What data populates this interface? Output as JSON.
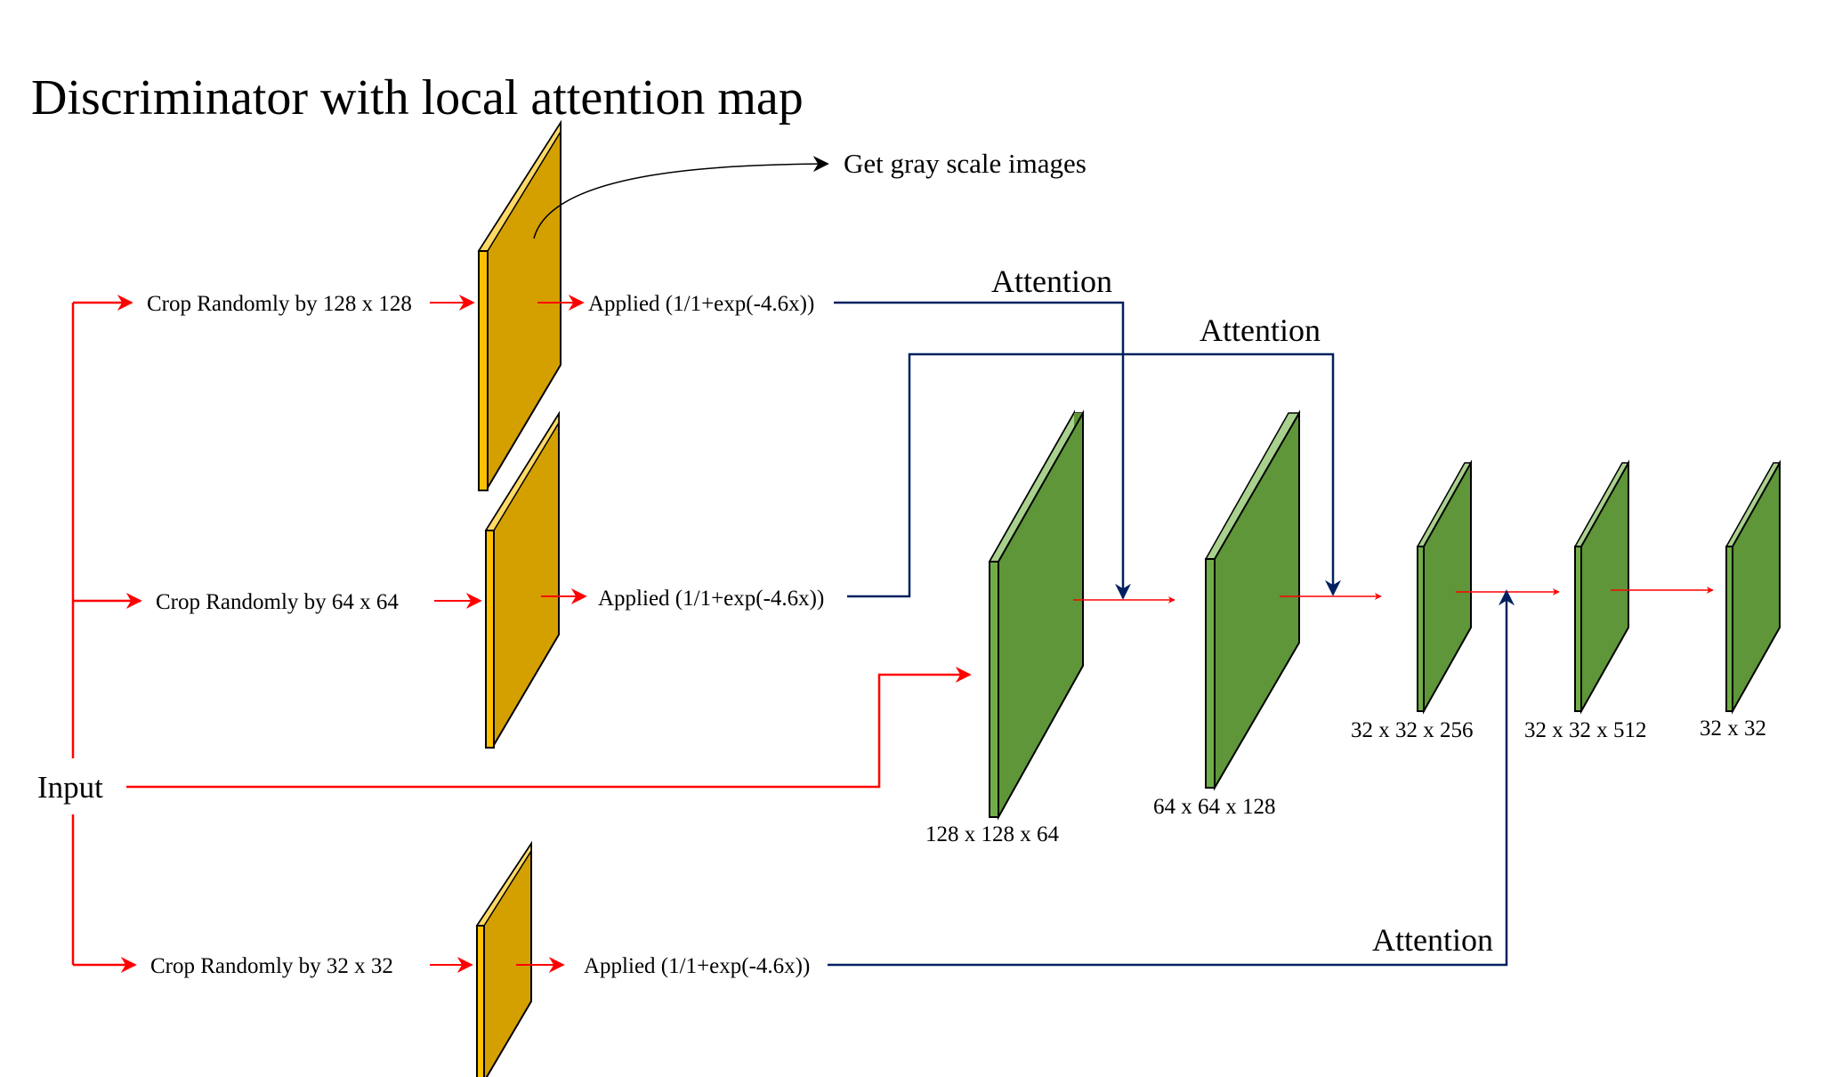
{
  "title": "Discriminator with local attention map",
  "gray_note": "Get gray scale images",
  "input_label": "Input",
  "branches": [
    {
      "crop_label": "Crop Randomly by 128 x 128",
      "applied_label": "Applied (1/1+exp(-4.6x))",
      "attention_label": "Attention"
    },
    {
      "crop_label": "Crop Randomly by 64 x 64",
      "applied_label": "Applied (1/1+exp(-4.6x))",
      "attention_label": "Attention"
    },
    {
      "crop_label": "Crop Randomly by 32 x 32",
      "applied_label": "Applied (1/1+exp(-4.6x))",
      "attention_label": "Attention"
    }
  ],
  "layers": [
    {
      "label": "128 x 128 x 64"
    },
    {
      "label": "64 x 64 x 128"
    },
    {
      "label": "32 x 32 x 256"
    },
    {
      "label": "32 x 32 x 512"
    },
    {
      "label": "32 x 32"
    }
  ],
  "colors": {
    "crop_front": "#ffc000",
    "crop_top": "#ffd966",
    "crop_face": "#d4a000",
    "layer_front": "#70ad47",
    "layer_top": "#a9d18e",
    "layer_face": "#5e9639",
    "flow_arrow": "#ff0000",
    "attention_arrow": "#002060"
  }
}
